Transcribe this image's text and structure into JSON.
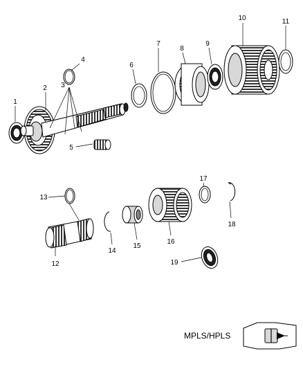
{
  "callouts": {
    "c1": "1",
    "c2": "2",
    "c3": "3",
    "c4": "4",
    "c5": "5",
    "c6": "6",
    "c7": "7",
    "c8": "8",
    "c9": "9",
    "c10": "10",
    "c11": "11",
    "c12": "12",
    "c13": "13",
    "c14": "14",
    "c15": "15",
    "c16": "16",
    "c17": "17",
    "c18": "18",
    "c19": "19"
  },
  "badge": {
    "label": "MPLS/HPLS"
  }
}
